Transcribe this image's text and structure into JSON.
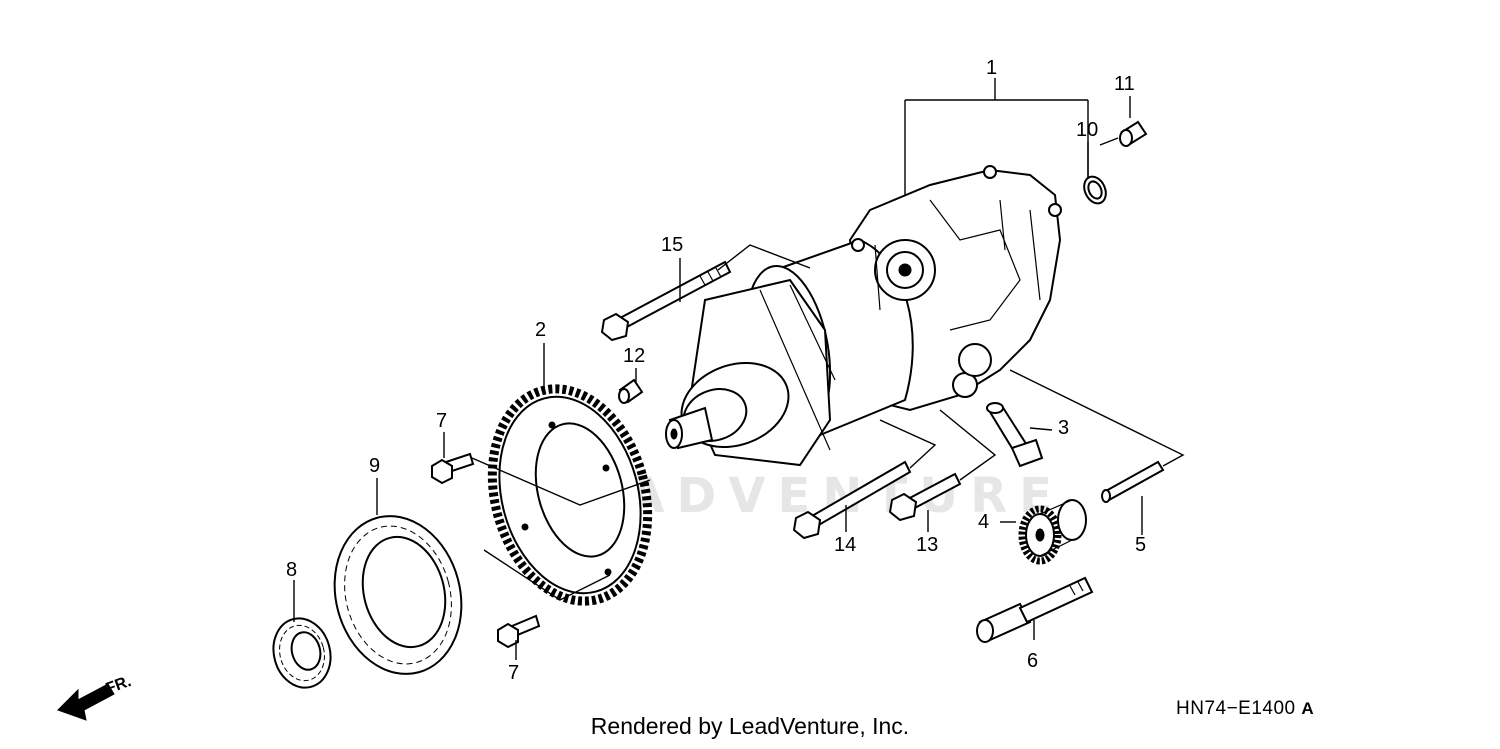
{
  "diagram": {
    "callouts": {
      "c1": "1",
      "c2": "2",
      "c3": "3",
      "c4": "4",
      "c5": "5",
      "c6": "6",
      "c7a": "7",
      "c7b": "7",
      "c8": "8",
      "c9": "9",
      "c10": "10",
      "c11": "11",
      "c12": "12",
      "c13": "13",
      "c14": "14",
      "c15": "15"
    },
    "front_label": "FR.",
    "diagram_code": "HN74−E1400",
    "diagram_rev": "A",
    "watermark": "LEADVENTURE",
    "footer": "Rendered by LeadVenture, Inc."
  }
}
